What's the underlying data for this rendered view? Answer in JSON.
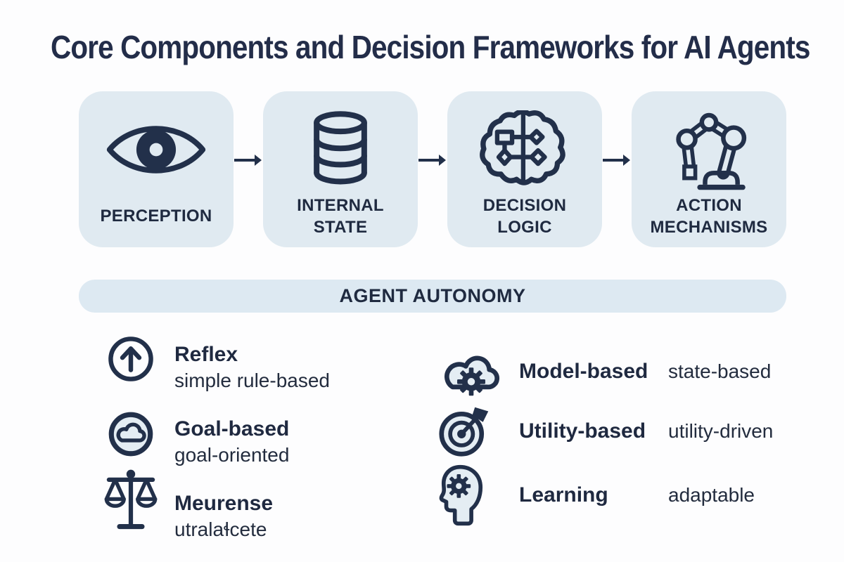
{
  "title": "Core Components and Decision Frameworks for AI Agents",
  "colors": {
    "navy": "#22304a",
    "box_bg": "#e0eaf1",
    "banner_bg": "#dde9f2",
    "icon_fill": "#e4edf3",
    "page_bg": "#fdfdfe"
  },
  "pipeline": {
    "boxes": [
      {
        "label": "PERCEPTION",
        "icon": "eye-icon"
      },
      {
        "label": "INTERNAL STATE",
        "icon": "database-icon"
      },
      {
        "label": "DECISION LOGIC",
        "icon": "brain-circuit-icon"
      },
      {
        "label": "ACTION MECHANISMS",
        "icon": "robot-arm-icon"
      }
    ],
    "arrow_icon": "right-arrow-icon"
  },
  "banner": {
    "label": "AGENT AUTONOMY"
  },
  "autonomy": {
    "left": [
      {
        "icon": "arrow-up-circle-icon",
        "title": "Reflex",
        "subtitle": "simple rule-based"
      },
      {
        "icon": "cloud-circle-icon",
        "title": "Goal-based",
        "subtitle": "goal-oriented"
      },
      {
        "icon": "balance-scale-icon",
        "title": "Meurense",
        "subtitle": "utralaɬcete"
      }
    ],
    "right": [
      {
        "icon": "cloud-gear-icon",
        "title": "Model-based",
        "desc": "state-based"
      },
      {
        "icon": "target-dart-icon",
        "title": "Utility-based",
        "desc": "utility-driven"
      },
      {
        "icon": "head-gear-icon",
        "title": "Learning",
        "desc": "adaptable"
      }
    ]
  }
}
